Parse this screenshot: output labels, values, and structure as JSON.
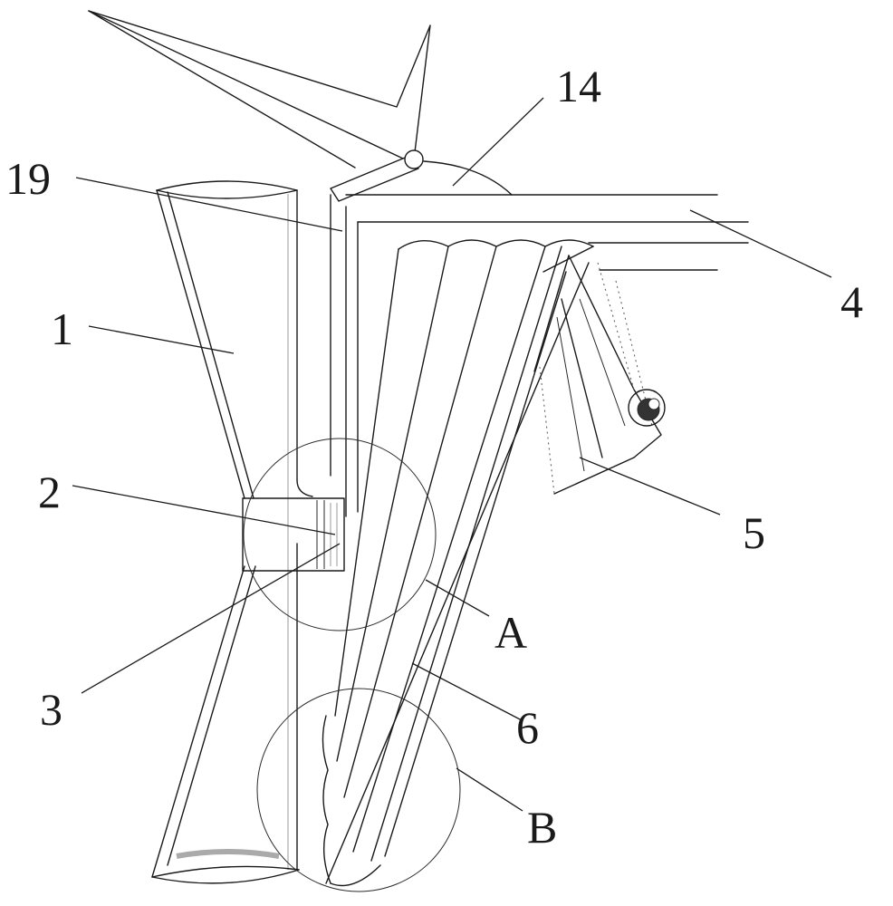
{
  "labels": {
    "l14": "14",
    "l19": "19",
    "l4": "4",
    "l1": "1",
    "l2": "2",
    "l5": "5",
    "l3": "3",
    "lA": "A",
    "l6": "6",
    "lB": "B"
  }
}
